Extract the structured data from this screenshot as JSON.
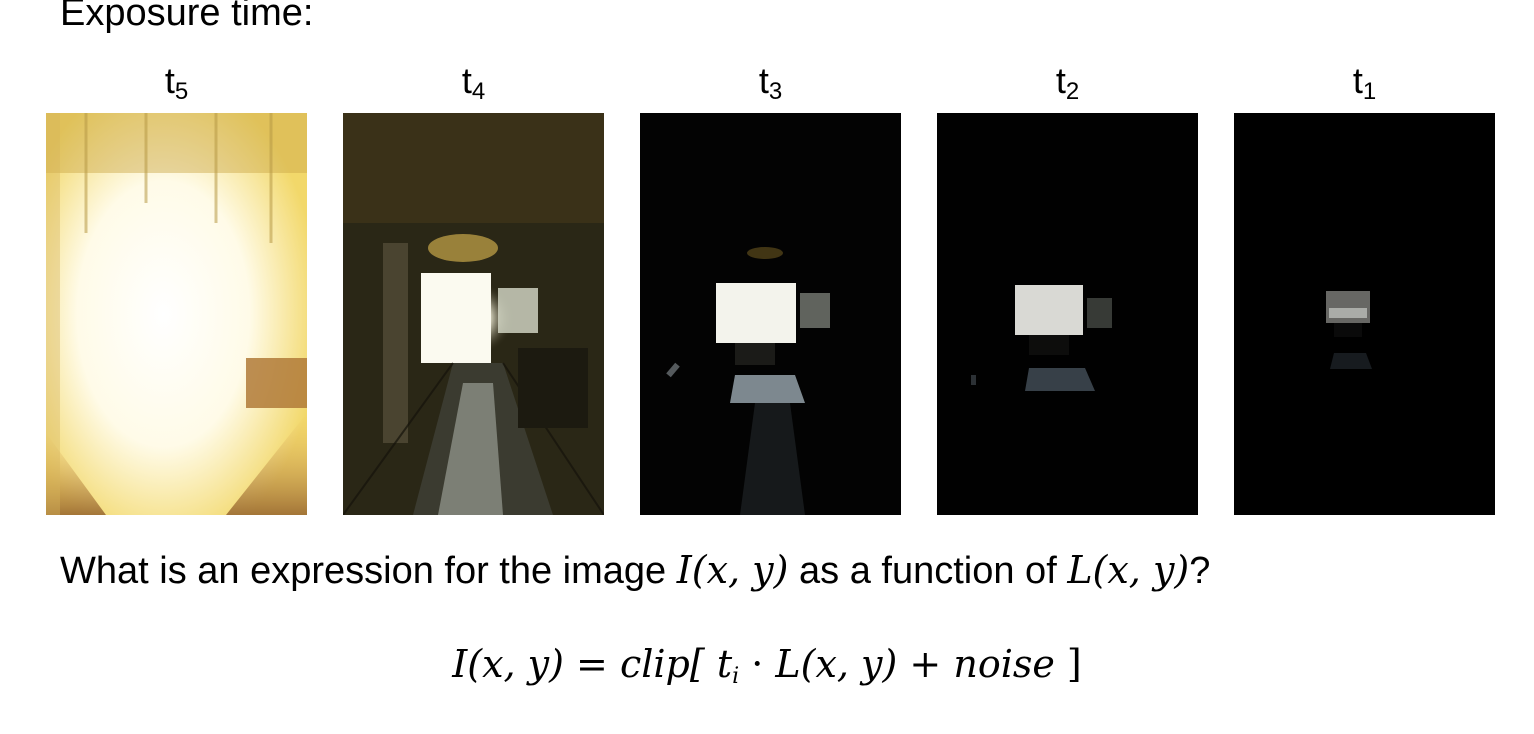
{
  "heading": "Exposure time:",
  "exposures": [
    {
      "label_base": "t",
      "label_sub": "5"
    },
    {
      "label_base": "t",
      "label_sub": "4"
    },
    {
      "label_base": "t",
      "label_sub": "3"
    },
    {
      "label_base": "t",
      "label_sub": "2"
    },
    {
      "label_base": "t",
      "label_sub": "1"
    }
  ],
  "question": {
    "prefix": "What is an expression for the image ",
    "image_symbol": "I(x, y)",
    "middle": " as a function of ",
    "radiance_symbol": "L(x, y)",
    "suffix": "?"
  },
  "equation": {
    "lhs": "I(x, y)",
    "eq": " = ",
    "func": "clip[",
    "t_base": "t",
    "t_sub": "i",
    "dot": " · ",
    "radiance": "L(x, y)",
    "plus": " + ",
    "noise": "noise",
    "close": " ]"
  }
}
